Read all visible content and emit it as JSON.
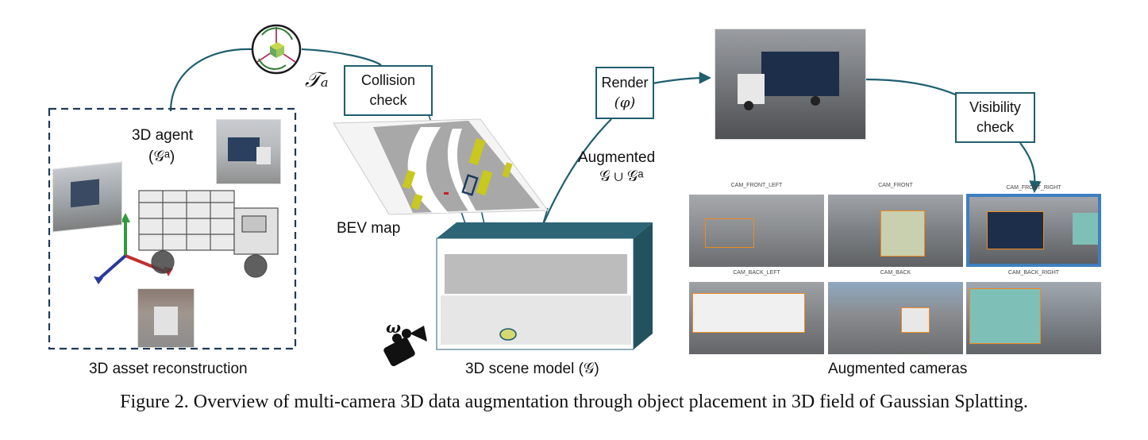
{
  "labels": {
    "agent_title": "3D agent",
    "agent_symbol": "(𝒢ᵃ)",
    "transform": "𝒯ₐ",
    "bev_map": "BEV map",
    "augmented_title": "Augmented",
    "augmented_formula": "𝒢 ∪ 𝒢ᵃ",
    "asset_reconstruction": "3D asset reconstruction",
    "scene_model": "3D scene model (𝒢)",
    "augmented_cameras": "Augmented cameras",
    "omega": "ω"
  },
  "boxes": {
    "collision_line1": "Collision",
    "collision_line2": "check",
    "render_line1": "Render",
    "render_line2": "(φ)",
    "visibility_line1": "Visibility",
    "visibility_line2": "check"
  },
  "cameras": [
    {
      "name": "CAM_FRONT_LEFT"
    },
    {
      "name": "CAM_FRONT"
    },
    {
      "name": "CAM_FRONT_RIGHT"
    },
    {
      "name": "CAM_BACK_LEFT"
    },
    {
      "name": "CAM_BACK"
    },
    {
      "name": "CAM_BACK_RIGHT"
    }
  ],
  "caption": "Figure 2. Overview of multi-camera 3D data augmentation through object placement in 3D field of Gaussian Splatting.",
  "colors": {
    "connector": "#1f5f6e",
    "scene_box": "#2d6577",
    "highlight": "#3f7fc0",
    "bev_lane": "#c8c81e",
    "bbox": "#f08a1e"
  }
}
